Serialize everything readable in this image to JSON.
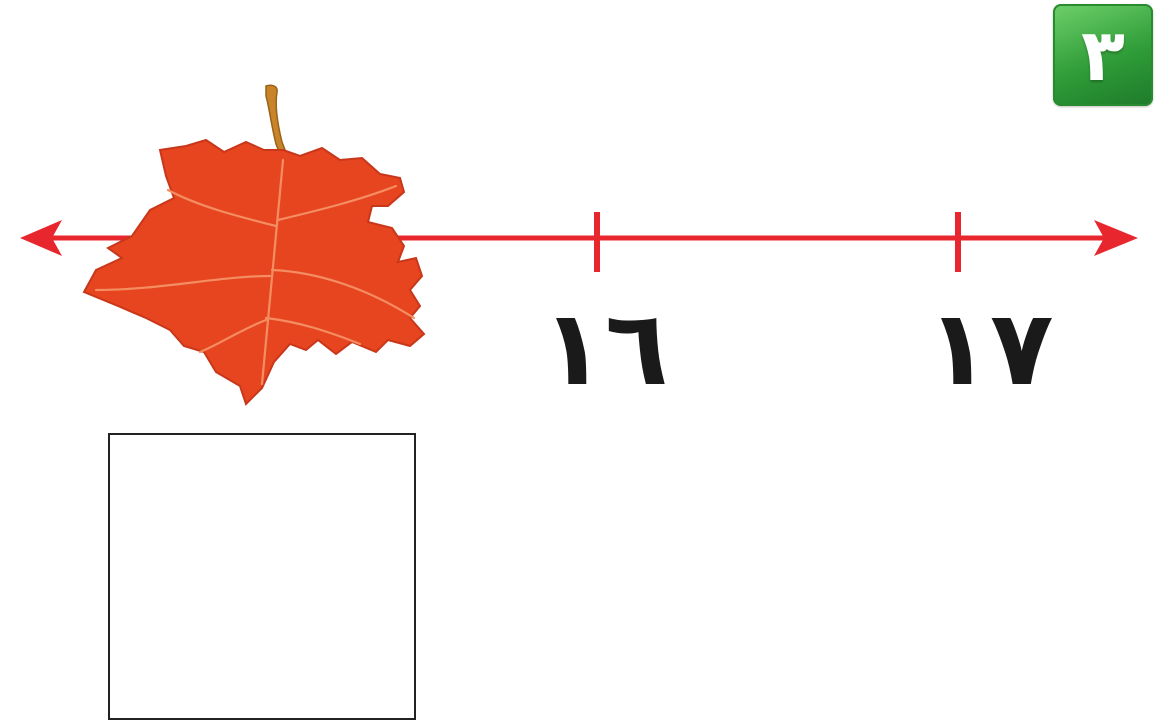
{
  "problem_number": "٣",
  "number_line": {
    "line_color": "#e8262e",
    "ticks": [
      {
        "value": 16,
        "label": "١٦"
      },
      {
        "value": 17,
        "label": "١٧"
      }
    ]
  },
  "leaf": {
    "icon": "maple-leaf-icon",
    "color": "#e6451f"
  },
  "answer_box": {
    "value": ""
  }
}
